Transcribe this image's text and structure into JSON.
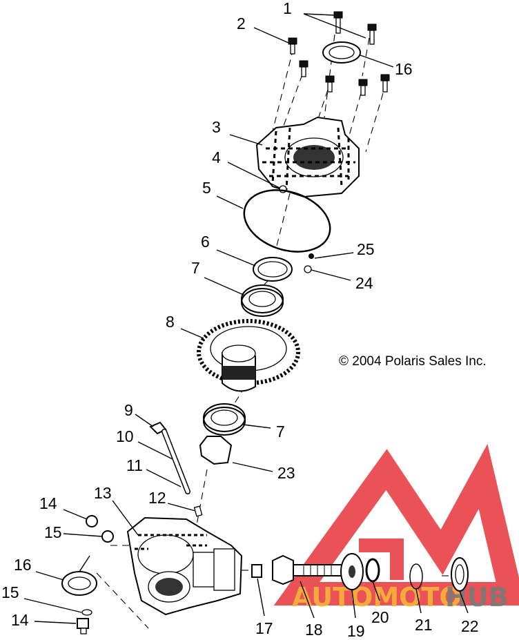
{
  "callouts": {
    "c1": "1",
    "c2": "2",
    "c3": "3",
    "c4": "4",
    "c5": "5",
    "c6": "6",
    "c7a": "7",
    "c7b": "7",
    "c8": "8",
    "c9": "9",
    "c10": "10",
    "c11": "11",
    "c12": "12",
    "c13": "13",
    "c14a": "14",
    "c14b": "14",
    "c15a": "15",
    "c15b": "15",
    "c16a": "16",
    "c16b": "16",
    "c17": "17",
    "c18": "18",
    "c19": "19",
    "c20": "20",
    "c21": "21",
    "c22": "22",
    "c23": "23",
    "c24": "24",
    "c25": "25"
  },
  "copyright": "© 2004 Polaris Sales Inc.",
  "watermark": {
    "word_part1": "AUTOMOTO",
    "word_part2": "HUB",
    "logo_color": "#e8343a",
    "word_color_1": "#f5b53a",
    "word_color_2": "#7a7a7a"
  }
}
